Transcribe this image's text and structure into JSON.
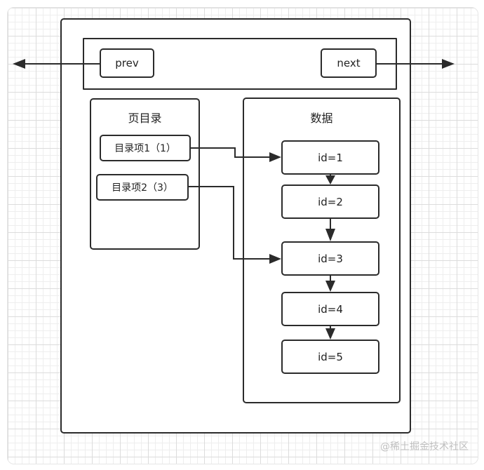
{
  "diagram": {
    "header": {
      "prev_label": "prev",
      "next_label": "next"
    },
    "directory": {
      "title": "页目录",
      "items": [
        {
          "label": "目录项1（1）"
        },
        {
          "label": "目录项2（3）"
        }
      ]
    },
    "data": {
      "title": "数据",
      "records": [
        {
          "label": "id=1"
        },
        {
          "label": "id=2"
        },
        {
          "label": "id=3"
        },
        {
          "label": "id=4"
        },
        {
          "label": "id=5"
        }
      ]
    },
    "watermark": "@稀土掘金技术社区"
  },
  "colors": {
    "stroke": "#2b2b2b",
    "grid": "#dcdcdc",
    "watermark": "#bfbfbf"
  }
}
